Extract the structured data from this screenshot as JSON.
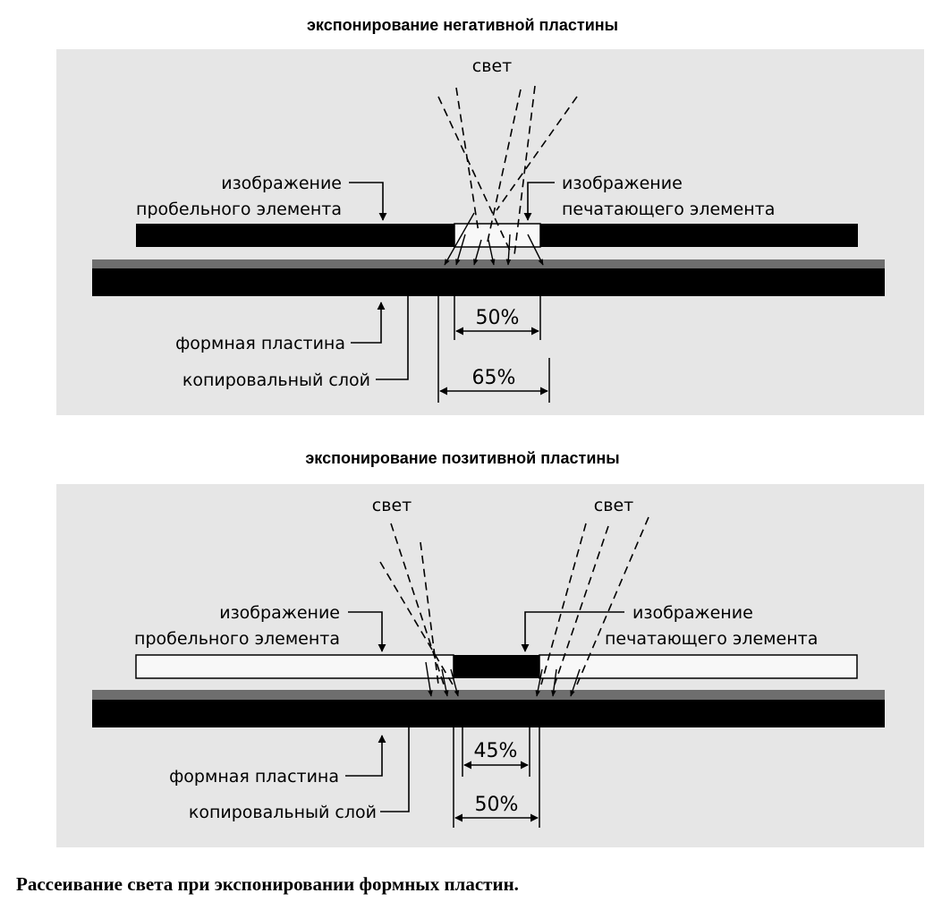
{
  "titles": {
    "negative": "экспонирование негативной пластины",
    "positive": "экспонирование позитивной пластины"
  },
  "negative": {
    "light": "свет",
    "non_printing_image": [
      "изображение",
      "пробельного элемента"
    ],
    "printing_image": [
      "изображение",
      "печатающего элемента"
    ],
    "plate": "формная пластина",
    "coating": "копировальный слой",
    "inner_pct": "50%",
    "outer_pct": "65%"
  },
  "positive": {
    "light_left": "свет",
    "light_right": "свет",
    "non_printing_image": [
      "изображение",
      "пробельного элемента"
    ],
    "printing_image": [
      "изображение",
      "печатающего элемента"
    ],
    "plate": "формная пластина",
    "coating": "копировальный слой",
    "inner_pct": "45%",
    "outer_pct": "50%"
  },
  "caption": "Рассеивание света при экспонировании формных пластин."
}
